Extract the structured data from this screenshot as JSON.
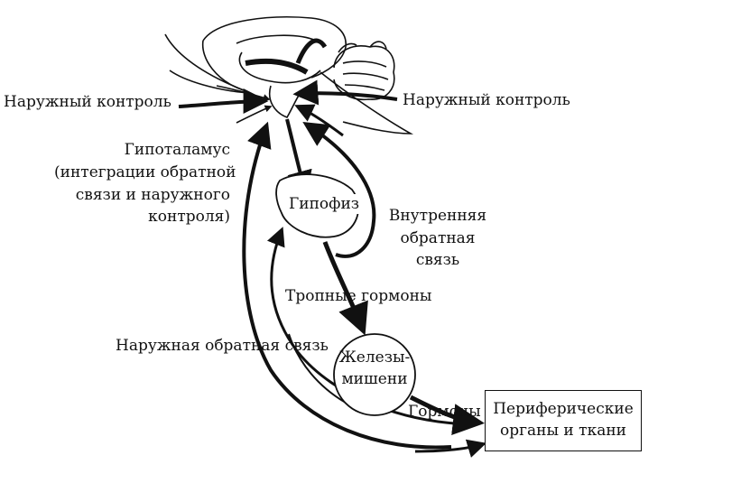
{
  "labels": {
    "external_control_left": "Наружный контроль",
    "external_control_right": "Наружный контроль",
    "hypothalamus_title": "Гипоталамус",
    "hypothalamus_line1": "(интеграции обратной",
    "hypothalamus_line2": "связи и наружного",
    "hypothalamus_line3": "контроля)",
    "pituitary": "Гипофиз",
    "internal_feedback_line1": "Внутренняя",
    "internal_feedback_line2": "обратная",
    "internal_feedback_line3": "связь",
    "tropic_hormones": "Тропные гормоны",
    "external_feedback": "Наружная обратная связь",
    "target_glands_line1": "Железы-",
    "target_glands_line2": "мишени",
    "hormones": "Гормоны",
    "peripheral_line1": "Периферические",
    "peripheral_line2": "органы и ткани"
  }
}
